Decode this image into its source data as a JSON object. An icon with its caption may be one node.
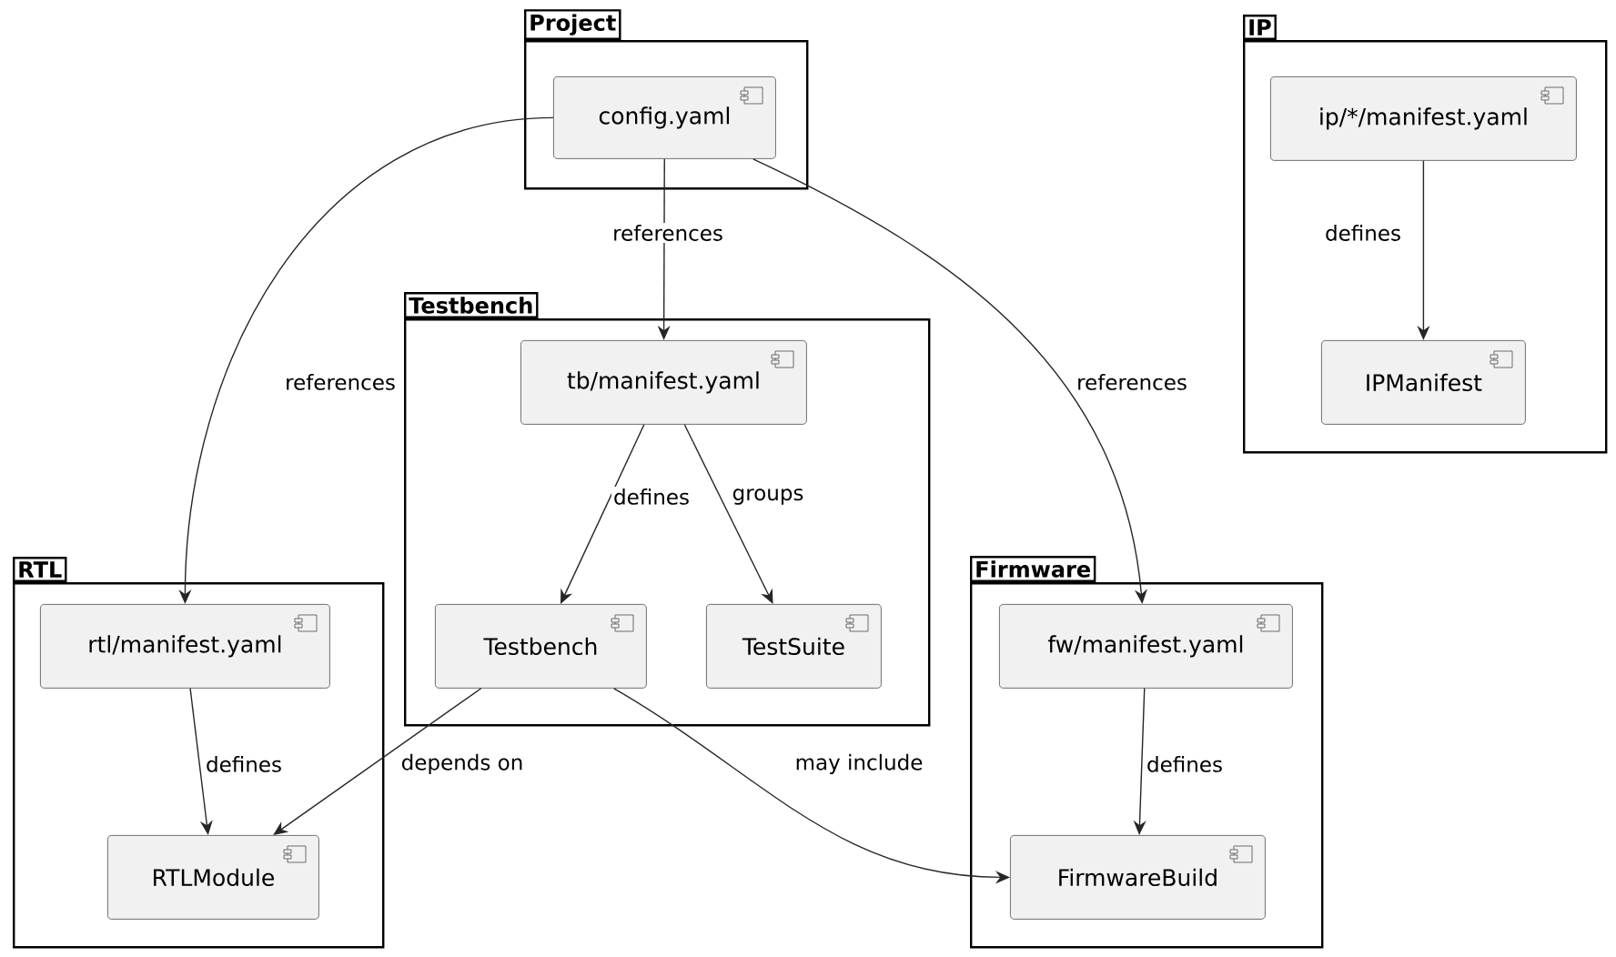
{
  "diagram": {
    "nodes": [
      {
        "text": [
          "Project"
        ]
      },
      {
        "text": [
          "config.yaml"
        ],
        "in": 0
      },
      {
        "text": [
          "IP"
        ]
      },
      {
        "text": [
          "ip/*/manifest.yaml"
        ],
        "in": 2
      },
      {
        "text": [
          "IPManifest"
        ],
        "in": 2
      },
      {
        "text": [
          "Testbench"
        ]
      },
      {
        "text": [
          "tb/manifest.yaml"
        ],
        "in": 5
      },
      {
        "text": [
          "Testbench"
        ],
        "in": 5
      },
      {
        "text": [
          "TestSuite"
        ],
        "in": 5
      },
      {
        "text": [
          "RTL"
        ]
      },
      {
        "text": [
          "rtl/manifest.yaml"
        ],
        "in": 9
      },
      {
        "text": [
          "RTLModule"
        ],
        "in": 9
      },
      {
        "text": [
          "Firmware"
        ]
      },
      {
        "text": [
          "fw/manifest.yaml"
        ],
        "in": 12
      },
      {
        "text": [
          "FirmwareBuild"
        ],
        "in": 12
      }
    ],
    "edges": [
      {
        "from": 1,
        "to": 6,
        "arrow": "to",
        "label": "references"
      },
      {
        "from": 1,
        "to": 10,
        "arrow": "to",
        "label": "references"
      },
      {
        "from": 1,
        "to": 13,
        "arrow": "to",
        "label": "references"
      },
      {
        "from": 3,
        "to": 4,
        "arrow": "to",
        "label": "defines"
      },
      {
        "from": 6,
        "to": 7,
        "arrow": "to",
        "label": "defines"
      },
      {
        "from": 6,
        "to": 8,
        "arrow": "to",
        "label": "groups"
      },
      {
        "from": 10,
        "to": 11,
        "arrow": "to",
        "label": "defines"
      },
      {
        "from": 7,
        "to": 11,
        "arrow": "to",
        "label": "depends on"
      },
      {
        "from": 7,
        "to": 14,
        "arrow": "to",
        "label": "may include"
      },
      {
        "from": 13,
        "to": 14,
        "arrow": "to",
        "label": "defines"
      }
    ]
  }
}
